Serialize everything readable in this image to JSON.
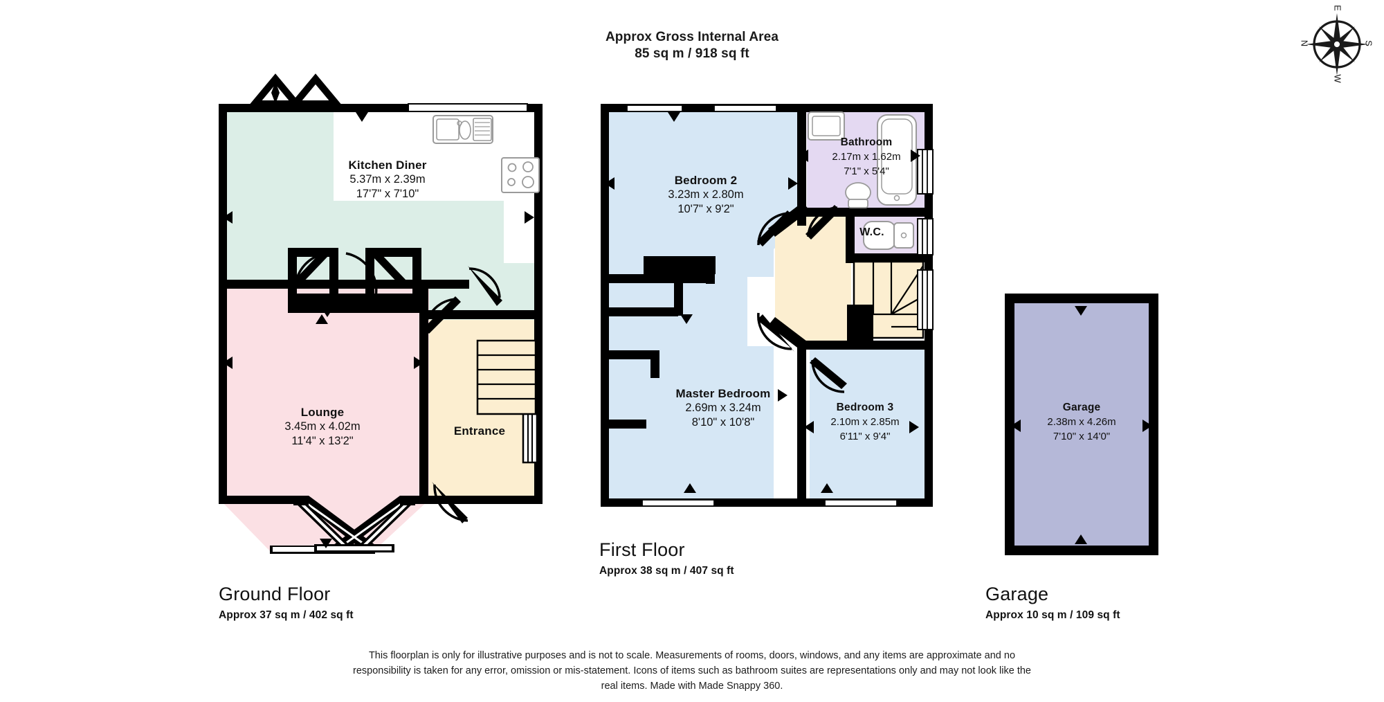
{
  "header": {
    "title": "Approx Gross Internal Area",
    "area": "85 sq m / 918 sq ft"
  },
  "compass": {
    "name": "compass-rose",
    "north": "N",
    "east": "E",
    "south": "S",
    "west": "W"
  },
  "colors": {
    "wall": "#000000",
    "kitchen_fill": "#dceee7",
    "lounge_fill": "#fbe0e4",
    "entrance_fill": "#fceed0",
    "bedroom_fill": "#d6e7f5",
    "bathroom_fill": "#e4d9f2",
    "wc_fill": "#e8dcf2",
    "landing_fill": "#fceed0",
    "garage_fill": "#b5b8d8",
    "fixture_stroke": "#9a9a9a",
    "text": "#111111"
  },
  "floors": [
    {
      "id": "ground",
      "caption_title": "Ground Floor",
      "caption_sub": "Approx 37 sq m / 402 sq ft",
      "rooms": [
        {
          "key": "kitchen_diner",
          "name": "Kitchen Diner",
          "metric": "5.37m x 2.39m",
          "imperial": "17'7\" x 7'10\""
        },
        {
          "key": "lounge",
          "name": "Lounge",
          "metric": "3.45m x 4.02m",
          "imperial": "11'4\" x 13'2\""
        },
        {
          "key": "entrance",
          "name": "Entrance",
          "metric": "",
          "imperial": ""
        }
      ]
    },
    {
      "id": "first",
      "caption_title": "First Floor",
      "caption_sub": "Approx 38 sq m / 407 sq ft",
      "rooms": [
        {
          "key": "bedroom2",
          "name": "Bedroom 2",
          "metric": "3.23m x 2.80m",
          "imperial": "10'7\" x 9'2\""
        },
        {
          "key": "bathroom",
          "name": "Bathroom",
          "metric": "2.17m x 1.62m",
          "imperial": "7'1\" x 5'4\""
        },
        {
          "key": "wc",
          "name": "W.C.",
          "metric": "",
          "imperial": ""
        },
        {
          "key": "master_bedroom",
          "name": "Master Bedroom",
          "metric": "2.69m x 3.24m",
          "imperial": "8'10\" x 10'8\""
        },
        {
          "key": "bedroom3",
          "name": "Bedroom 3",
          "metric": "2.10m x 2.85m",
          "imperial": "6'11\" x 9'4\""
        }
      ]
    },
    {
      "id": "garage",
      "caption_title": "Garage",
      "caption_sub": "Approx 10 sq m / 109 sq ft",
      "rooms": [
        {
          "key": "garage",
          "name": "Garage",
          "metric": "2.38m x 4.26m",
          "imperial": "7'10\" x 14'0\""
        }
      ]
    }
  ],
  "disclaimer": "This floorplan is only for illustrative purposes and is not to scale. Measurements of rooms, doors, windows, and any items are approximate and no responsibility is taken for any error, omission or mis-statement. Icons of items such as bathroom suites are representations only and may not look like the real items. Made with Made Snappy 360."
}
